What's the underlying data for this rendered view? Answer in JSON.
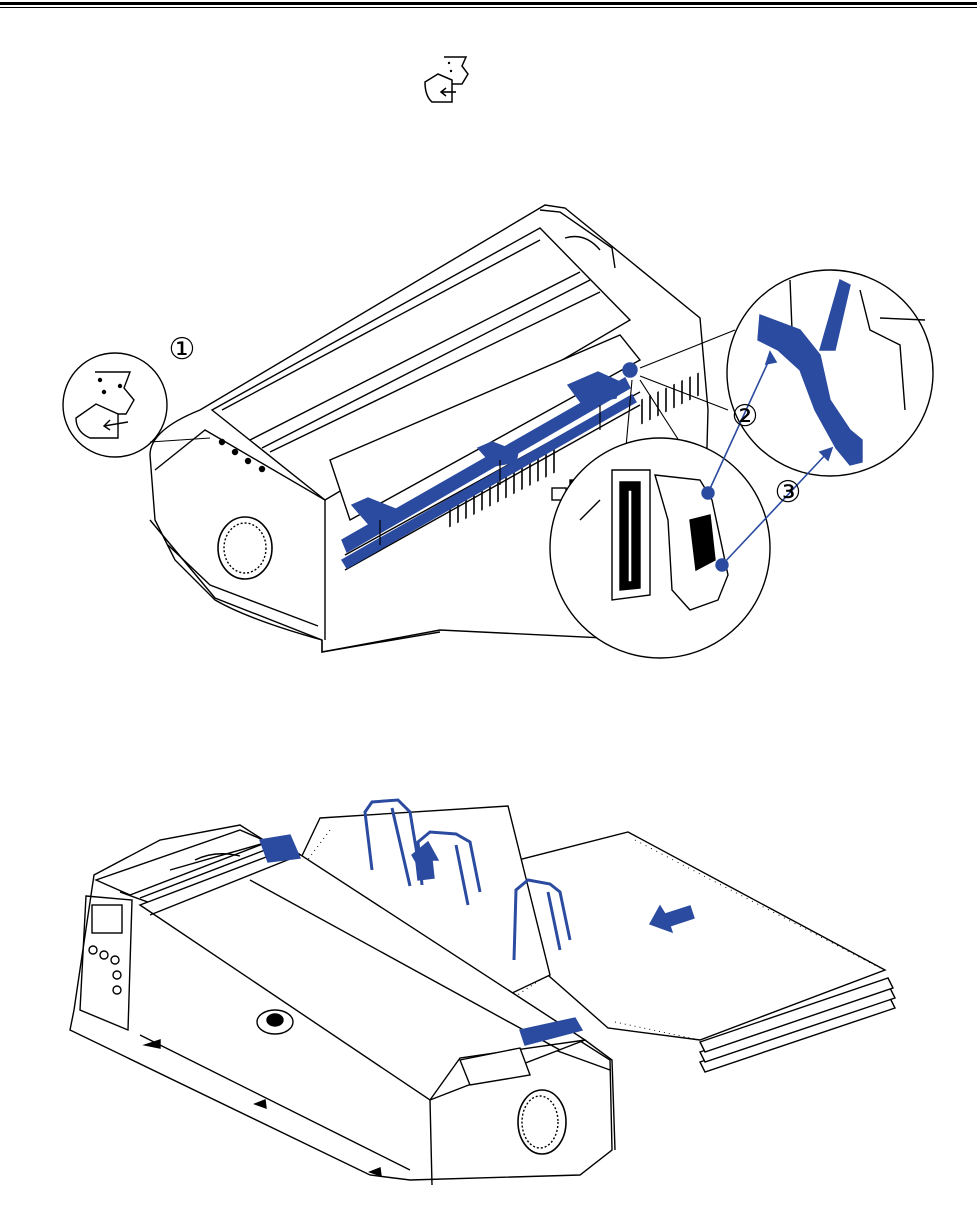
{
  "colors": {
    "accent": "#2b4ba0",
    "line": "#000000",
    "paper": "#ffffff",
    "shade": "#d8d8d8"
  },
  "icons": {
    "header": "tractor-paper-feed-icon",
    "callout": "tractor-paper-feed-icon"
  },
  "figure1": {
    "callouts": [
      "①",
      "②",
      "③"
    ]
  }
}
